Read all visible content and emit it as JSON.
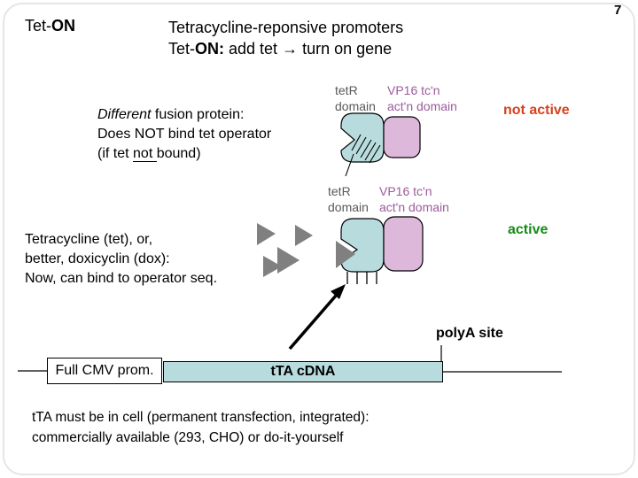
{
  "page_number": "7",
  "header": {
    "label_prefix": "Tet-",
    "label_bold": "ON"
  },
  "title": {
    "line1": "Tetracycline-reponsive promoters",
    "line2_prefix": "Tet-",
    "line2_bold": "ON:",
    "line2_rest": " add tet → turn on gene"
  },
  "fusion_note": {
    "line1_italic": "Different",
    "line1_rest": " fusion protein:",
    "line2": "Does NOT bind tet operator",
    "line3_pre": "(if tet ",
    "line3_underlined": "not ",
    "line3_post": "bound)"
  },
  "protein_states": [
    {
      "left_line1": "tetR",
      "left_line2": "domain",
      "right_line1": "VP16 tc'n",
      "right_line2": "act'n domain",
      "status": "not active"
    },
    {
      "left_line1": "tetR",
      "left_line2": "domain",
      "right_line1": "VP16 tc'n",
      "right_line2": "act'n domain",
      "status": "active"
    }
  ],
  "tet_note": {
    "line1": "Tetracycline (tet), or,",
    "line2": "better, doxicyclin (dox):",
    "line3": "Now, can bind to operator seq."
  },
  "construct": {
    "polya_label": "polyA site",
    "promoter_label": "Full CMV prom.",
    "cdna_label": "tTA cDNA"
  },
  "footer": {
    "line1": "tTA must be in cell (permanent transfection, integrated):",
    "line2": "commercially available (293, CHO) or do-it-yourself"
  },
  "colors": {
    "cyan": "#b8dcdd",
    "pink": "#deb8db",
    "gray": "#808080",
    "label_gray": "#595959",
    "label_purple": "#9c5a9c",
    "not_active": "#d4421c",
    "active": "#148c14"
  }
}
